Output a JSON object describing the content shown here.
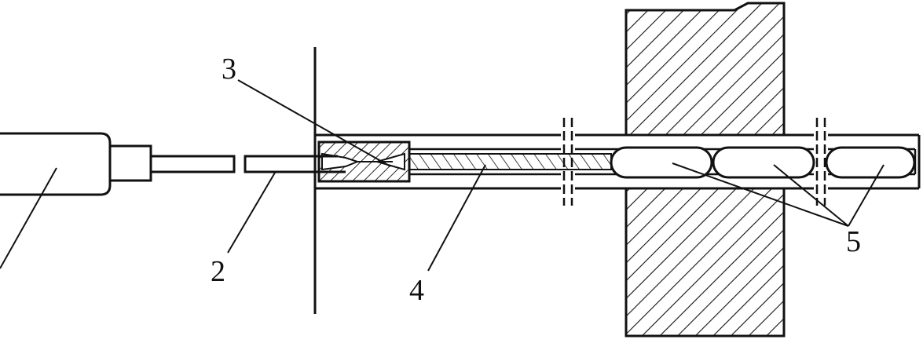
{
  "labels": {
    "l2": "2",
    "l3": "3",
    "l4": "4",
    "l5": "5"
  },
  "colors": {
    "stroke": "#111111",
    "background": "#ffffff"
  }
}
